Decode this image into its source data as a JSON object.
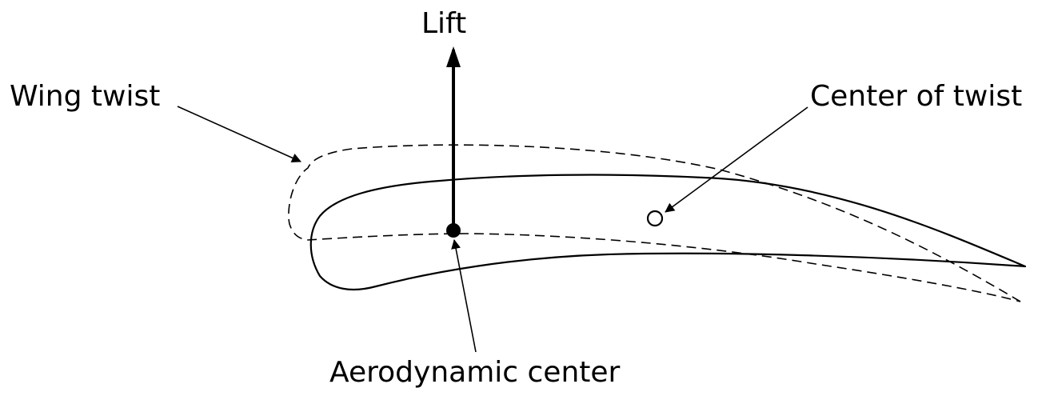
{
  "labels": {
    "lift": "Lift",
    "wing_twist": "Wing twist",
    "center_of_twist": "Center of twist",
    "aerodynamic_center": "Aerodynamic center"
  },
  "colors": {
    "ink": "#000000",
    "background": "#ffffff"
  }
}
